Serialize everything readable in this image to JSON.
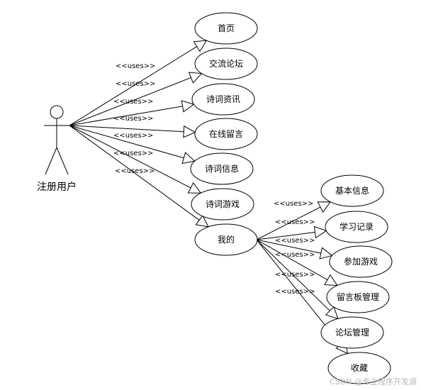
{
  "actor": {
    "name": "注册用户"
  },
  "relation_label": "<<uses>>",
  "main_use_cases": [
    {
      "id": "home",
      "label": "首页"
    },
    {
      "id": "forum",
      "label": "交流论坛"
    },
    {
      "id": "poem-news",
      "label": "诗词资讯"
    },
    {
      "id": "online-message",
      "label": "在线留言"
    },
    {
      "id": "poem-info",
      "label": "诗词信息"
    },
    {
      "id": "poem-game",
      "label": "诗词游戏"
    },
    {
      "id": "mine",
      "label": "我的"
    }
  ],
  "mine_use_cases": [
    {
      "id": "basic-info",
      "label": "基本信息"
    },
    {
      "id": "study-record",
      "label": "学习记录"
    },
    {
      "id": "join-game",
      "label": "参加游戏"
    },
    {
      "id": "board-manage",
      "label": "留言板管理"
    },
    {
      "id": "forum-manage",
      "label": "论坛管理"
    },
    {
      "id": "favorites",
      "label": "收藏"
    }
  ],
  "watermark": "CSDN @专业程序开发源"
}
